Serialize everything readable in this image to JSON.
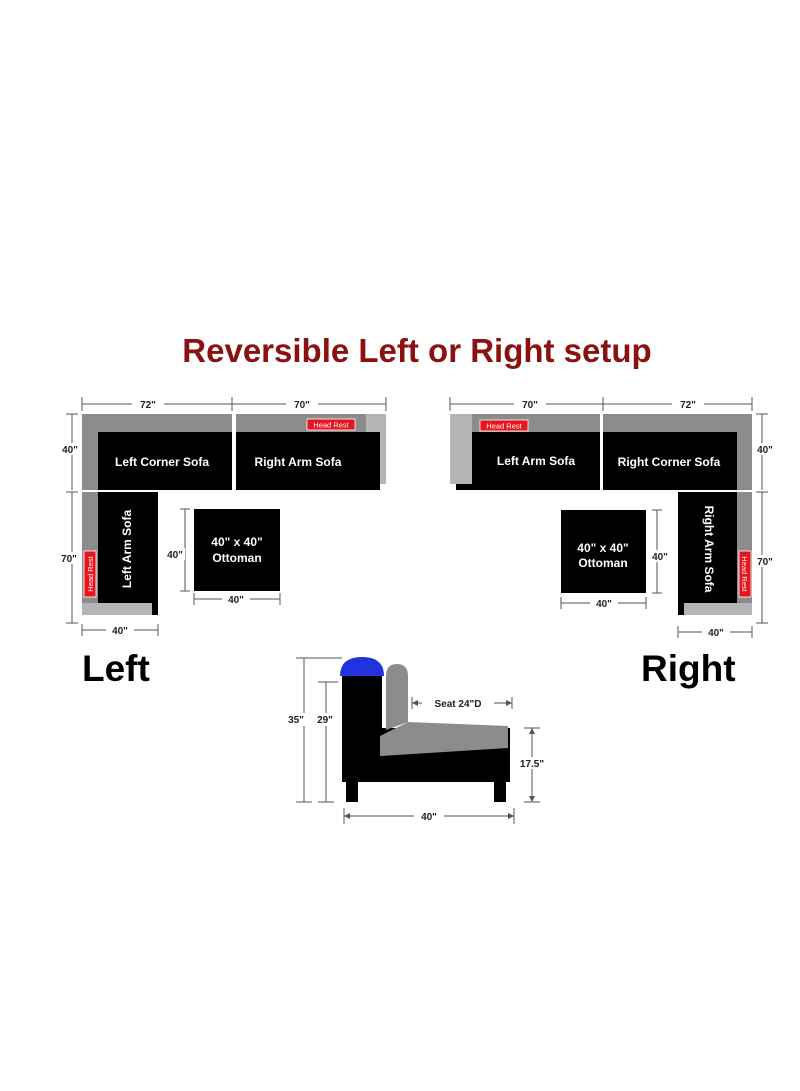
{
  "title": "Reversible Left or Right setup",
  "colors": {
    "title": "#8b1010",
    "cushion": "#000000",
    "frame": "#8c8c8c",
    "frame_light": "#b5b5b5",
    "head_rest": "#e8141e",
    "head_rest_detail": "#2233dd"
  },
  "left_setup": {
    "caption": "Left",
    "left_corner_sofa": "Left Corner Sofa",
    "right_arm_sofa": "Right  Arm Sofa",
    "left_arm_sofa": "Left Arm Sofa",
    "ottoman_line1": "40\" x 40\"",
    "ottoman_line2": "Ottoman",
    "head_rest_top": "Head Rest",
    "head_rest_side": "Head Rest",
    "dim_top_1": "72\"",
    "dim_top_2": "70\"",
    "dim_side_40": "40\"",
    "dim_side_70": "70\"",
    "dim_bottom": "40\"",
    "dim_ottoman_h": "40\"",
    "dim_ottoman_w": "40\""
  },
  "right_setup": {
    "caption": "Right",
    "left_arm_sofa": "Left Arm Sofa",
    "right_corner_sofa": "Right Corner Sofa",
    "right_arm_sofa": "Right  Arm Sofa",
    "ottoman_line1": "40\" x 40\"",
    "ottoman_line2": "Ottoman",
    "head_rest_top": "Head Rest",
    "head_rest_side": "Head Rest",
    "dim_top_1": "70\"",
    "dim_top_2": "72\"",
    "dim_side_40": "40\"",
    "dim_side_70": "70\"",
    "dim_bottom": "40\"",
    "dim_ottoman_h": "40\"",
    "dim_ottoman_w": "40\""
  },
  "side_view": {
    "dim_total_height": "35\"",
    "dim_back_height": "29\"",
    "dim_seat_depth": "Seat 24\"D",
    "dim_seat_height": "17.5\"",
    "dim_width": "40\""
  }
}
